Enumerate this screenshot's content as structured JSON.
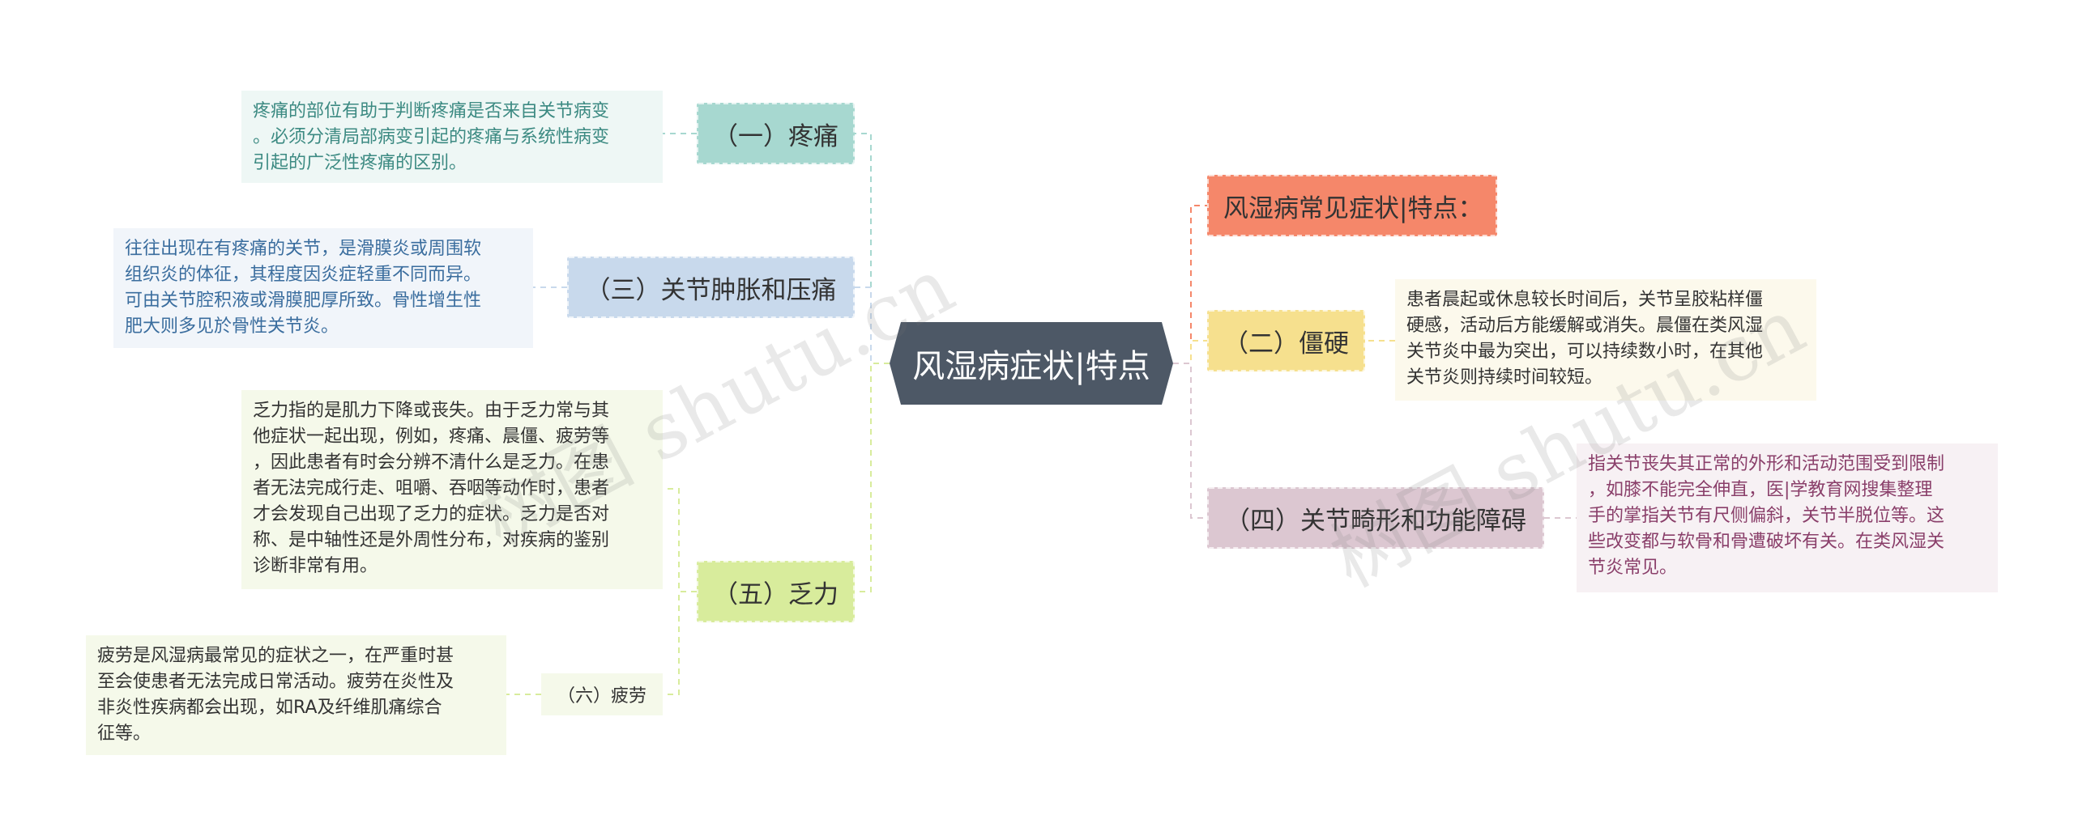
{
  "center": {
    "label": "风湿病症状|特点"
  },
  "watermarks": [
    "树图 shutu.cn",
    "树图 shutu.cn"
  ],
  "left_branches": [
    {
      "label": "（一）疼痛",
      "color": "#a7d8d0",
      "leaf": "疼痛的部位有助于判断疼痛是否来自关节病变\n。必须分清局部病变引起的疼痛与系统性病变\n引起的广泛性疼痛的区别。",
      "leaf_bg": "#eef7f5",
      "leaf_color": "#3c8a82"
    },
    {
      "label": "（三）关节肿胀和压痛",
      "color": "#c8d9ec",
      "leaf": "往往出现在有疼痛的关节，是滑膜炎或周围软\n组织炎的体征，其程度因炎症轻重不同而异。\n可由关节腔积液或滑膜肥厚所致。骨性增生性\n肥大则多见於骨性关节炎。",
      "leaf_bg": "#f1f5fa",
      "leaf_color": "#3a6d9e"
    },
    {
      "label": "（五）乏力",
      "color": "#d8ec9c",
      "leaf": "乏力指的是肌力下降或丧失。由于乏力常与其\n他症状一起出现，例如，疼痛、晨僵、疲劳等\n，因此患者有时会分辨不清什么是乏力。在患\n者无法完成行走、咀嚼、吞咽等动作时，患者\n才会发现自己出现了乏力的症状。乏力是否对\n称、是中轴性还是外周性分布，对疾病的鉴别\n诊断非常有用。",
      "leaf_bg": "#f5f9ea",
      "leaf_color": "#333333"
    }
  ],
  "sub_branch": {
    "label": "（六）疲劳",
    "leaf": "疲劳是风湿病最常见的症状之一，在严重时甚\n至会使患者无法完成日常活动。疲劳在炎性及\n非炎性疾病都会出现，如RA及纤维肌痛综合\n征等。"
  },
  "right_branches": [
    {
      "label": "风湿病常见症状|特点：",
      "color": "#f5876a",
      "leaf": "",
      "leaf_bg": "",
      "leaf_color": ""
    },
    {
      "label": "（二）僵硬",
      "color": "#f6e08e",
      "leaf": "患者晨起或休息较长时间后，关节呈胶粘样僵\n硬感，活动后方能缓解或消失。晨僵在类风湿\n关节炎中最为突出，可以持续数小时，在其他\n关节炎则持续时间较短。",
      "leaf_bg": "#fcf9ec",
      "leaf_color": "#333333"
    },
    {
      "label": "（四）关节畸形和功能障碍",
      "color": "#dcc7d1",
      "leaf": "指关节丧失其正常的外形和活动范围受到限制\n，如膝不能完全伸直，医|学教育网搜集整理\n手的掌指关节有尺侧偏斜，关节半脱位等。这\n些改变都与软骨和骨遭破坏有关。在类风湿关\n节炎常见。",
      "leaf_bg": "#f7f1f4",
      "leaf_color": "#8a3f6a"
    }
  ]
}
